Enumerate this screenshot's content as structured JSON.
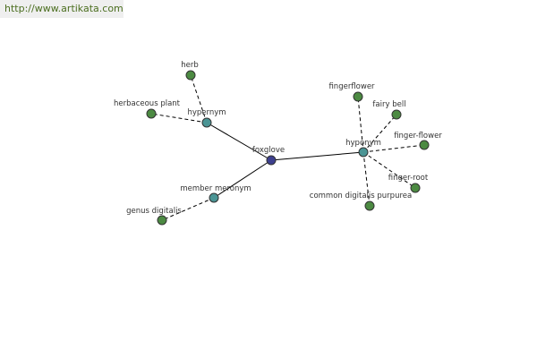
{
  "header": {
    "url": "http://www.artikata.com"
  },
  "colors": {
    "root": "#3d3f8e",
    "relation": "#4a9494",
    "leaf": "#4c8a42",
    "url_text": "#4b6e1f"
  },
  "graph": {
    "nodes": [
      {
        "id": "foxglove",
        "label": "foxglove",
        "kind": "root"
      },
      {
        "id": "hypernym",
        "label": "hypernym",
        "kind": "relation"
      },
      {
        "id": "member-meronym",
        "label": "member meronym",
        "kind": "relation"
      },
      {
        "id": "hyponym",
        "label": "hyponym",
        "kind": "relation"
      },
      {
        "id": "herb",
        "label": "herb",
        "kind": "leaf"
      },
      {
        "id": "herbaceous-plant",
        "label": "herbaceous plant",
        "kind": "leaf"
      },
      {
        "id": "genus-digitalis",
        "label": "genus digitalis",
        "kind": "leaf"
      },
      {
        "id": "fingerflower",
        "label": "fingerflower",
        "kind": "leaf"
      },
      {
        "id": "fairy-bell",
        "label": "fairy bell",
        "kind": "leaf"
      },
      {
        "id": "finger-flower",
        "label": "finger-flower",
        "kind": "leaf"
      },
      {
        "id": "finger-root",
        "label": "finger-root",
        "kind": "leaf"
      },
      {
        "id": "common-digitalis-purpurea",
        "label": "common digitalis purpurea",
        "kind": "leaf"
      }
    ],
    "edges": [
      {
        "from": "foxglove",
        "to": "hypernym",
        "style": "solid"
      },
      {
        "from": "foxglove",
        "to": "member-meronym",
        "style": "solid"
      },
      {
        "from": "foxglove",
        "to": "hyponym",
        "style": "solid"
      },
      {
        "from": "hypernym",
        "to": "herb",
        "style": "dashed"
      },
      {
        "from": "hypernym",
        "to": "herbaceous-plant",
        "style": "dashed"
      },
      {
        "from": "member-meronym",
        "to": "genus-digitalis",
        "style": "dashed"
      },
      {
        "from": "hyponym",
        "to": "fingerflower",
        "style": "dashed"
      },
      {
        "from": "hyponym",
        "to": "fairy-bell",
        "style": "dashed"
      },
      {
        "from": "hyponym",
        "to": "finger-flower",
        "style": "dashed"
      },
      {
        "from": "hyponym",
        "to": "finger-root",
        "style": "dashed"
      },
      {
        "from": "hyponym",
        "to": "common-digitalis-purpurea",
        "style": "dashed"
      }
    ]
  }
}
